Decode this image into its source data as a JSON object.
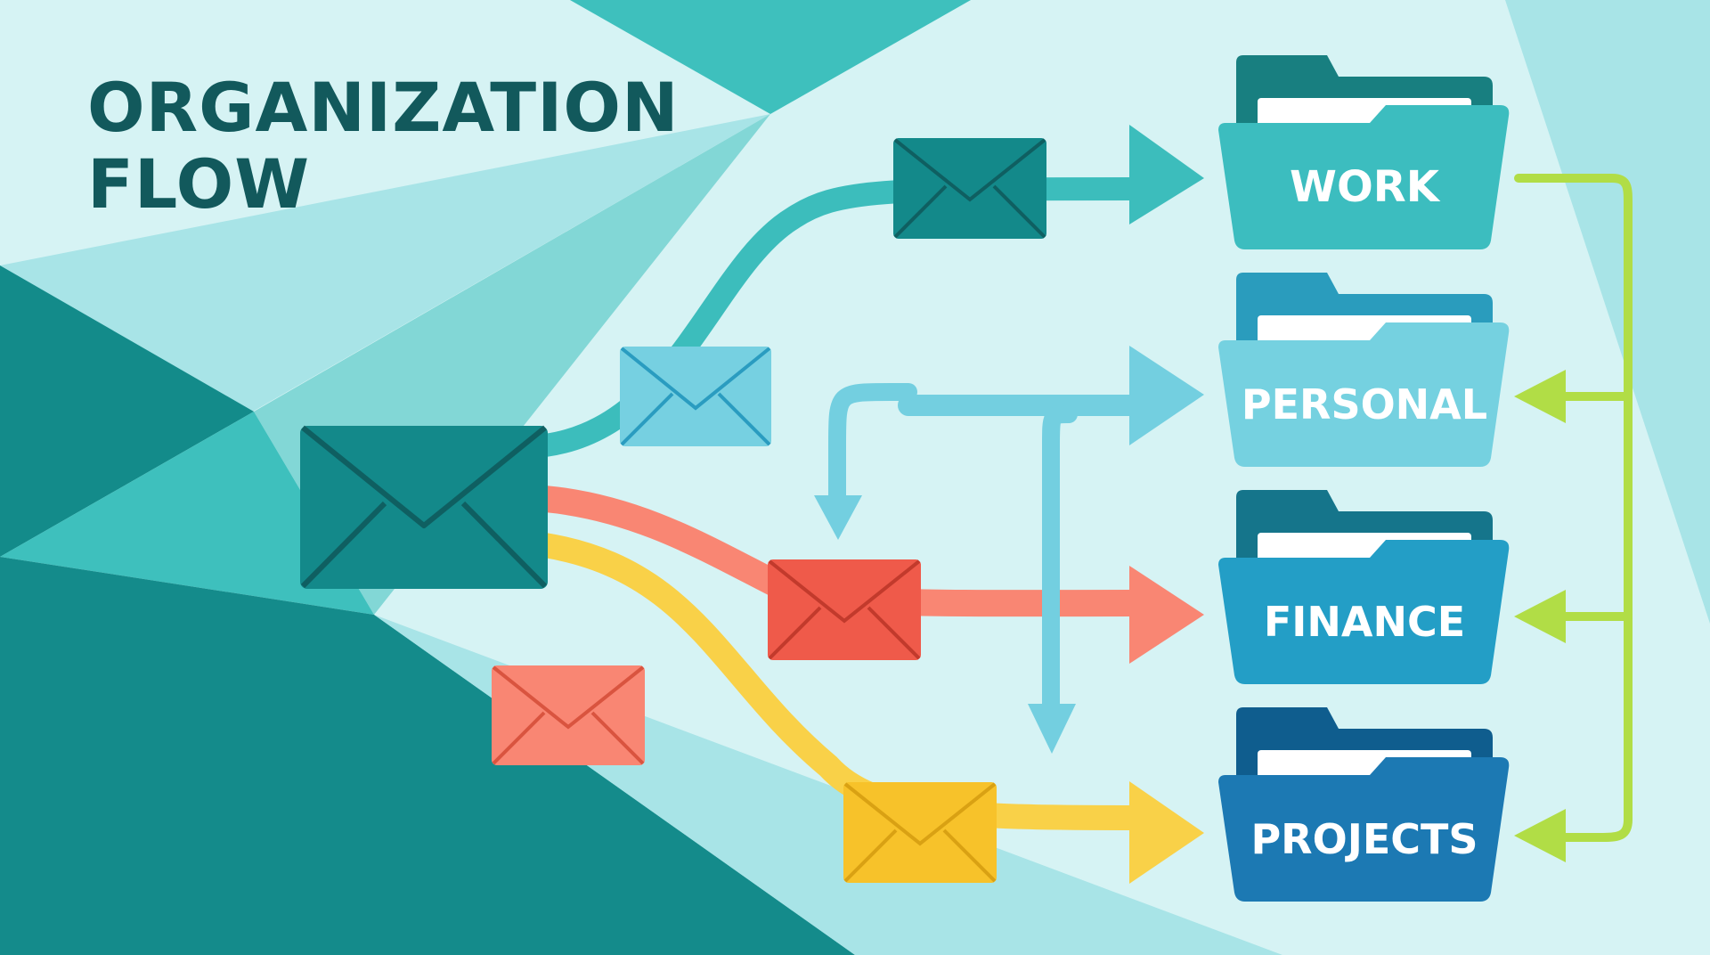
{
  "title": {
    "line1": "ORGANIZATION",
    "line2": "FLOW"
  },
  "colors": {
    "background": "#d6f3f4",
    "title": "#12595c",
    "teal_dark": "#13898a",
    "teal": "#3dbdbc",
    "sky": "#73cfe0",
    "coral": "#ef5a4a",
    "salmon": "#f98673",
    "yellow": "#f7c22a",
    "lime": "#b1dd46"
  },
  "folders": [
    {
      "label": "WORK",
      "color": "#3cbdbf",
      "tab_color": "#187f80"
    },
    {
      "label": "PERSONAL",
      "color": "#75d1e0",
      "tab_color": "#2a9cbd"
    },
    {
      "label": "FINANCE",
      "color": "#239ec6",
      "tab_color": "#15758b"
    },
    {
      "label": "PROJECTS",
      "color": "#1c79b3",
      "tab_color": "#0f5d8e"
    }
  ],
  "icons": {
    "envelope": "envelope-icon",
    "folder": "folder-icon",
    "arrow": "arrow-icon"
  }
}
